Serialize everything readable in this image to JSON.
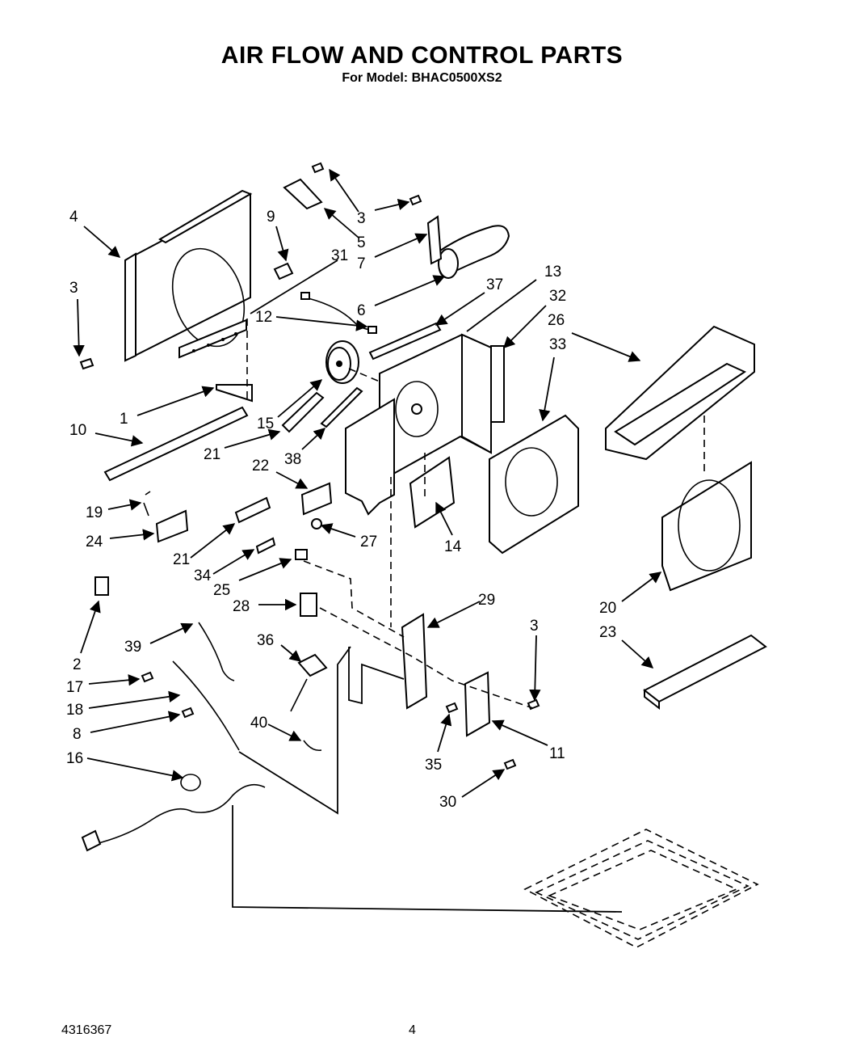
{
  "header": {
    "title": "AIR FLOW AND CONTROL PARTS",
    "subtitle": "For Model: BHAC0500XS2"
  },
  "footer": {
    "document_number": "4316367",
    "page_number": "4"
  },
  "callouts": [
    "4",
    "3",
    "9",
    "31",
    "3",
    "5",
    "7",
    "6",
    "13",
    "37",
    "32",
    "26",
    "33",
    "12",
    "1",
    "15",
    "10",
    "21",
    "38",
    "22",
    "19",
    "24",
    "27",
    "14",
    "21",
    "34",
    "25",
    "28",
    "29",
    "2",
    "39",
    "36",
    "3",
    "17",
    "18",
    "8",
    "40",
    "35",
    "11",
    "16",
    "30",
    "20",
    "23"
  ]
}
